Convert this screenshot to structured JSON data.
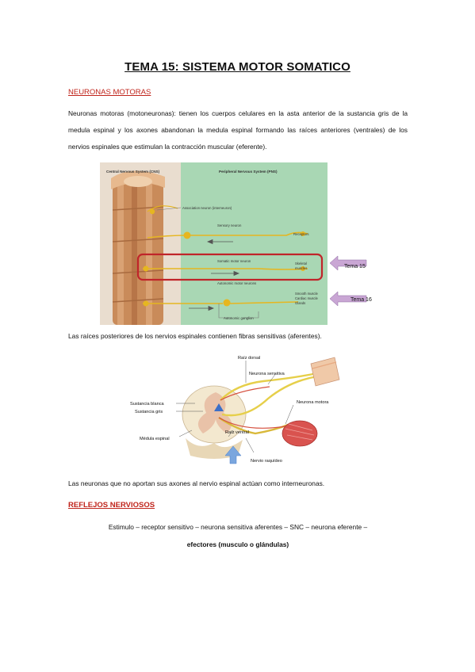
{
  "document": {
    "title": "TEMA 15: SISTEMA MOTOR SOMATICO",
    "section1_heading": "NEURONAS MOTORAS",
    "paragraph1": "Neuronas motoras (motoneuronas): tienen los cuerpos celulares en la asta anterior de la sustancia gris de la medula espinal y los axones abandonan la medula espinal formando las raíces anteriores (ventrales) de los nervios espinales que estimulan la contracción muscular (eferente).",
    "paragraph2": "Las raíces posteriores de los nervios espinales contienen fibras sensitivas (aferentes).",
    "paragraph3": "Las neuronas que no aportan sus axones al nervio espinal actúan como interneuronas.",
    "section2_heading": "REFLEJOS NERVIOSOS",
    "reflex_line1": "Estimulo – receptor sensitivo – neurona sensitiva aferentes – SNC – neurona eferente –",
    "reflex_line2": "efectores (musculo o glándulas)"
  },
  "figure1": {
    "cns_label": "Central Nervous System (CNS)",
    "pns_label": "Peripheral Nervous System (PNS)",
    "association_label": "Association neuron (interneuron)",
    "sensory_label": "Sensory neuron",
    "receptors_label": "Receptors",
    "somatic_label": "Somatic motor neuron",
    "skeletal_label_1": "Skeletal",
    "skeletal_label_2": "muscles",
    "autonomic_label": "Autonomic motor neurons",
    "smooth_label": "Smooth muscle",
    "cardiac_label": "Cardiac muscle",
    "glands_label": "Glands",
    "ganglion_label": "Autonomic ganglion",
    "tema15_label": "Tema 15",
    "tema16_label": "Tema 16",
    "bg_cns": "#e9ddcf",
    "bg_pns": "#a9d7b4",
    "highlight_box": "#c0252a",
    "arrow_color": "#c9a6d4"
  },
  "figure2": {
    "raiz_dorsal": "Raíz dorsal",
    "neurona_sensitiva": "Neurona sensitiva",
    "sustancia_blanca": "Sustancia blanca",
    "sustancia_gris": "Sustancia gris",
    "neurona_motora": "Neurona motora",
    "medula_espinal": "Médula espinal",
    "raiz_ventral": "Raíz ventral",
    "nervio_raquideo": "Nervio raquídeo",
    "arrow_color": "#7aa6de"
  }
}
